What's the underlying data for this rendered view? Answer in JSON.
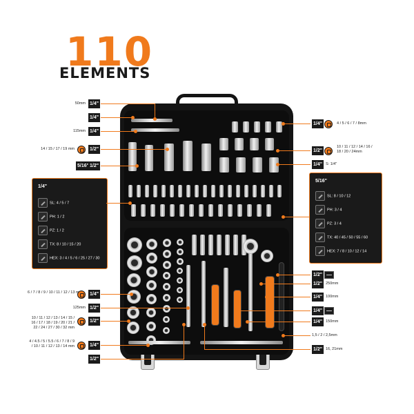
{
  "header": {
    "count": "110",
    "word": "ELEMENTS"
  },
  "colors": {
    "accent": "#f07a1c",
    "dark": "#1b1b1b"
  },
  "left_callouts": {
    "c1": {
      "label": "50mm",
      "tag": "1/4\""
    },
    "c2": {
      "tag": "1/4\""
    },
    "c3": {
      "label": "115mm",
      "tag": "1/4\""
    },
    "c4": {
      "label": "14 / 15 / 17 / 19 mm",
      "tag": "1/2\""
    },
    "c5": {
      "tag_a": "5/16\"",
      "tag_b": "1/2\""
    },
    "c6": {
      "label": "6 / 7 / 8 / 9 / 10 / 11 / 12 / 13 mm",
      "tag": "1/4\""
    },
    "c7": {
      "label": "125mm",
      "tag": "1/2\""
    },
    "c8": {
      "label": "10 / 11 / 12 / 13 / 14 / 15 / 16 / 17 / 18 / 19 / 20 / 21 / 22 / 24 / 27 / 30 / 32 mm",
      "tag": "1/2\""
    },
    "c9": {
      "label": "4 / 4.5 / 5 / 5.5 / 6 / 7 / 8 / 9 / 10 / 11 / 12 / 13 / 14 mm",
      "tag": "1/4\""
    },
    "c10": {
      "tag": "1/2\""
    }
  },
  "right_callouts": {
    "r1": {
      "tag": "1/4\"",
      "label": "4 / 5 / 6 / 7 / 8mm"
    },
    "r2": {
      "tag": "1/2\"",
      "label": "10 / 11 / 12 / 14 / 16 / 18 / 20 / 24mm"
    },
    "r3": {
      "tag": "1/4\"",
      "label": "S: 1/4\""
    },
    "r4": {
      "tag": "1/2\""
    },
    "r5": {
      "tag": "1/2\"",
      "label": "250mm"
    },
    "r6": {
      "tag": "1/4\"",
      "label": "100mm"
    },
    "r7": {
      "tag": "1/4\""
    },
    "r8": {
      "tag": "1/4\"",
      "label": "150mm"
    },
    "r9": {
      "label": "1,5 / 2 / 2,5mm"
    },
    "r10": {
      "tag": "1/2\"",
      "label": "16, 21mm"
    }
  },
  "left_panel": {
    "title": "1/4\"",
    "rows": [
      "SL: 4 / 5 / 7",
      "PH: 1 / 2",
      "PZ: 1 / 2",
      "TX: 8 / 10 / 15 / 20",
      "HEX: 3 / 4 / 5 / 6 / 25 / 27 / 30"
    ]
  },
  "right_panel": {
    "title": "5/16\"",
    "rows": [
      "SL: 8 / 10 / 12",
      "PH: 3 / 4",
      "PZ: 3 / 4",
      "TX: 40 / 45 / 50 / 55 / 60",
      "HEX: 7 / 8 / 10 / 12 / 14"
    ]
  }
}
